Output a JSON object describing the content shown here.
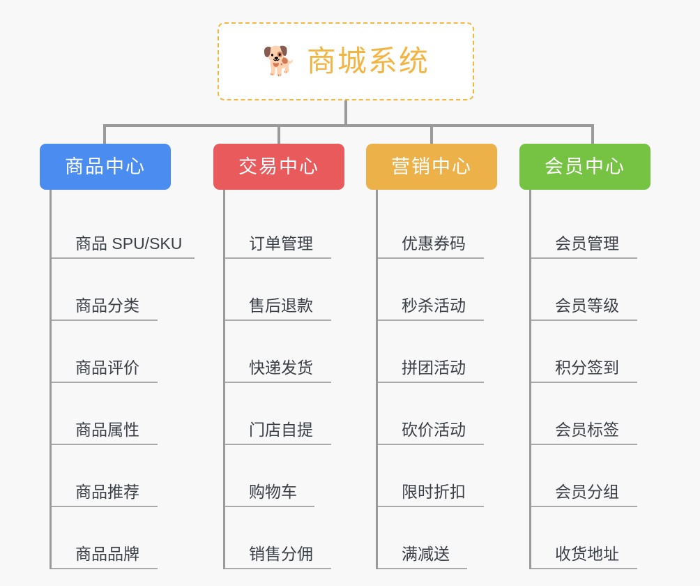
{
  "background_color": "#f8f8f8",
  "root": {
    "icon": "shiba-dog-face-icon",
    "icon_glyph": "🐕",
    "title": "商城系统",
    "text_color": "#f2b544",
    "border_color": "#f0b93e",
    "background": "#ffffff"
  },
  "connector_color": "#9a9a9a",
  "columns": [
    {
      "id": "product-center",
      "title": "商品中心",
      "color": "#4a8cef",
      "items": [
        {
          "label": "商品 SPU/SKU",
          "width": "wide"
        },
        {
          "label": "商品分类",
          "width": "norm"
        },
        {
          "label": "商品评价",
          "width": "norm"
        },
        {
          "label": "商品属性",
          "width": "norm"
        },
        {
          "label": "商品推荐",
          "width": "norm"
        },
        {
          "label": "商品品牌",
          "width": "norm"
        }
      ]
    },
    {
      "id": "trade-center",
      "title": "交易中心",
      "color": "#e85a5c",
      "items": [
        {
          "label": "订单管理",
          "width": "norm"
        },
        {
          "label": "售后退款",
          "width": "norm"
        },
        {
          "label": "快递发货",
          "width": "norm"
        },
        {
          "label": "门店自提",
          "width": "norm"
        },
        {
          "label": "购物车",
          "width": "short"
        },
        {
          "label": "销售分佣",
          "width": "norm"
        }
      ]
    },
    {
      "id": "marketing-center",
      "title": "营销中心",
      "color": "#edb14a",
      "items": [
        {
          "label": "优惠券码",
          "width": "norm"
        },
        {
          "label": "秒杀活动",
          "width": "norm"
        },
        {
          "label": "拼团活动",
          "width": "norm"
        },
        {
          "label": "砍价活动",
          "width": "norm"
        },
        {
          "label": "限时折扣",
          "width": "norm"
        },
        {
          "label": "满减送",
          "width": "short"
        }
      ]
    },
    {
      "id": "member-center",
      "title": "会员中心",
      "color": "#76c344",
      "items": [
        {
          "label": "会员管理",
          "width": "norm"
        },
        {
          "label": "会员等级",
          "width": "norm"
        },
        {
          "label": "积分签到",
          "width": "norm"
        },
        {
          "label": "会员标签",
          "width": "norm"
        },
        {
          "label": "会员分组",
          "width": "norm"
        },
        {
          "label": "收货地址",
          "width": "norm"
        }
      ]
    }
  ]
}
